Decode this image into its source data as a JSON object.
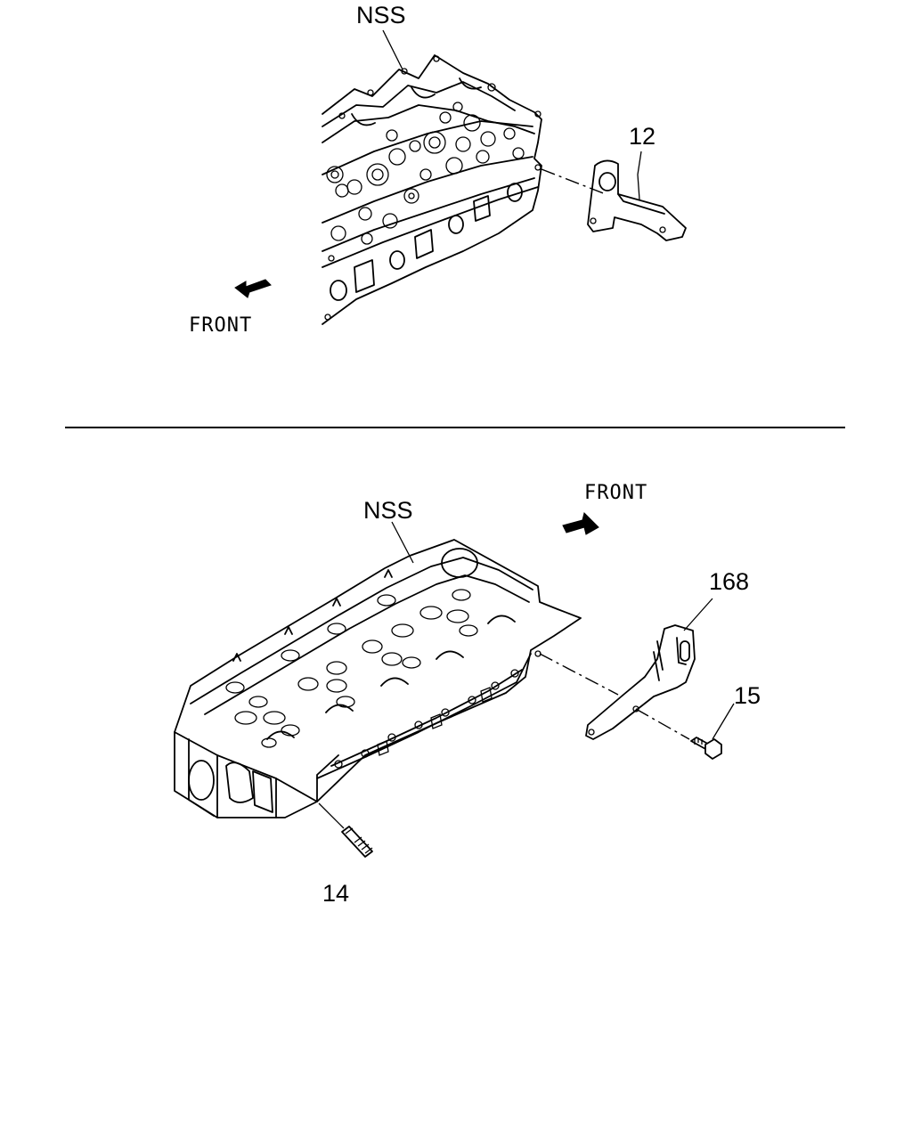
{
  "top_view": {
    "callouts": {
      "nss": "NSS",
      "bracket": "12"
    },
    "front_label": "FRONT"
  },
  "bottom_view": {
    "callouts": {
      "nss": "NSS",
      "bracket": "168",
      "bolt": "15",
      "stud": "14"
    },
    "front_label": "FRONT"
  }
}
